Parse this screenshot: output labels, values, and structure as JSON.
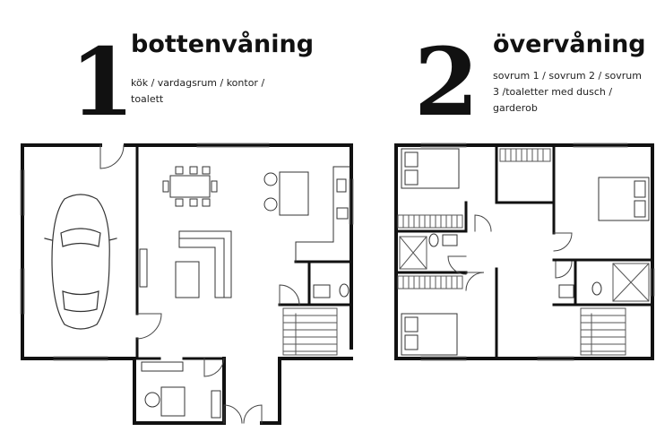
{
  "floors": [
    {
      "number": "1",
      "title": "bottenvåning",
      "description": "kök / vardagsrum / kontor / toalett"
    },
    {
      "number": "2",
      "title": "övervåning",
      "description": "sovrum 1 / sovrum 2 / sovrum 3 /toaletter med dusch / garderob"
    }
  ],
  "colors": {
    "wall": "#111111",
    "line": "#666666",
    "background": "#ffffff"
  }
}
